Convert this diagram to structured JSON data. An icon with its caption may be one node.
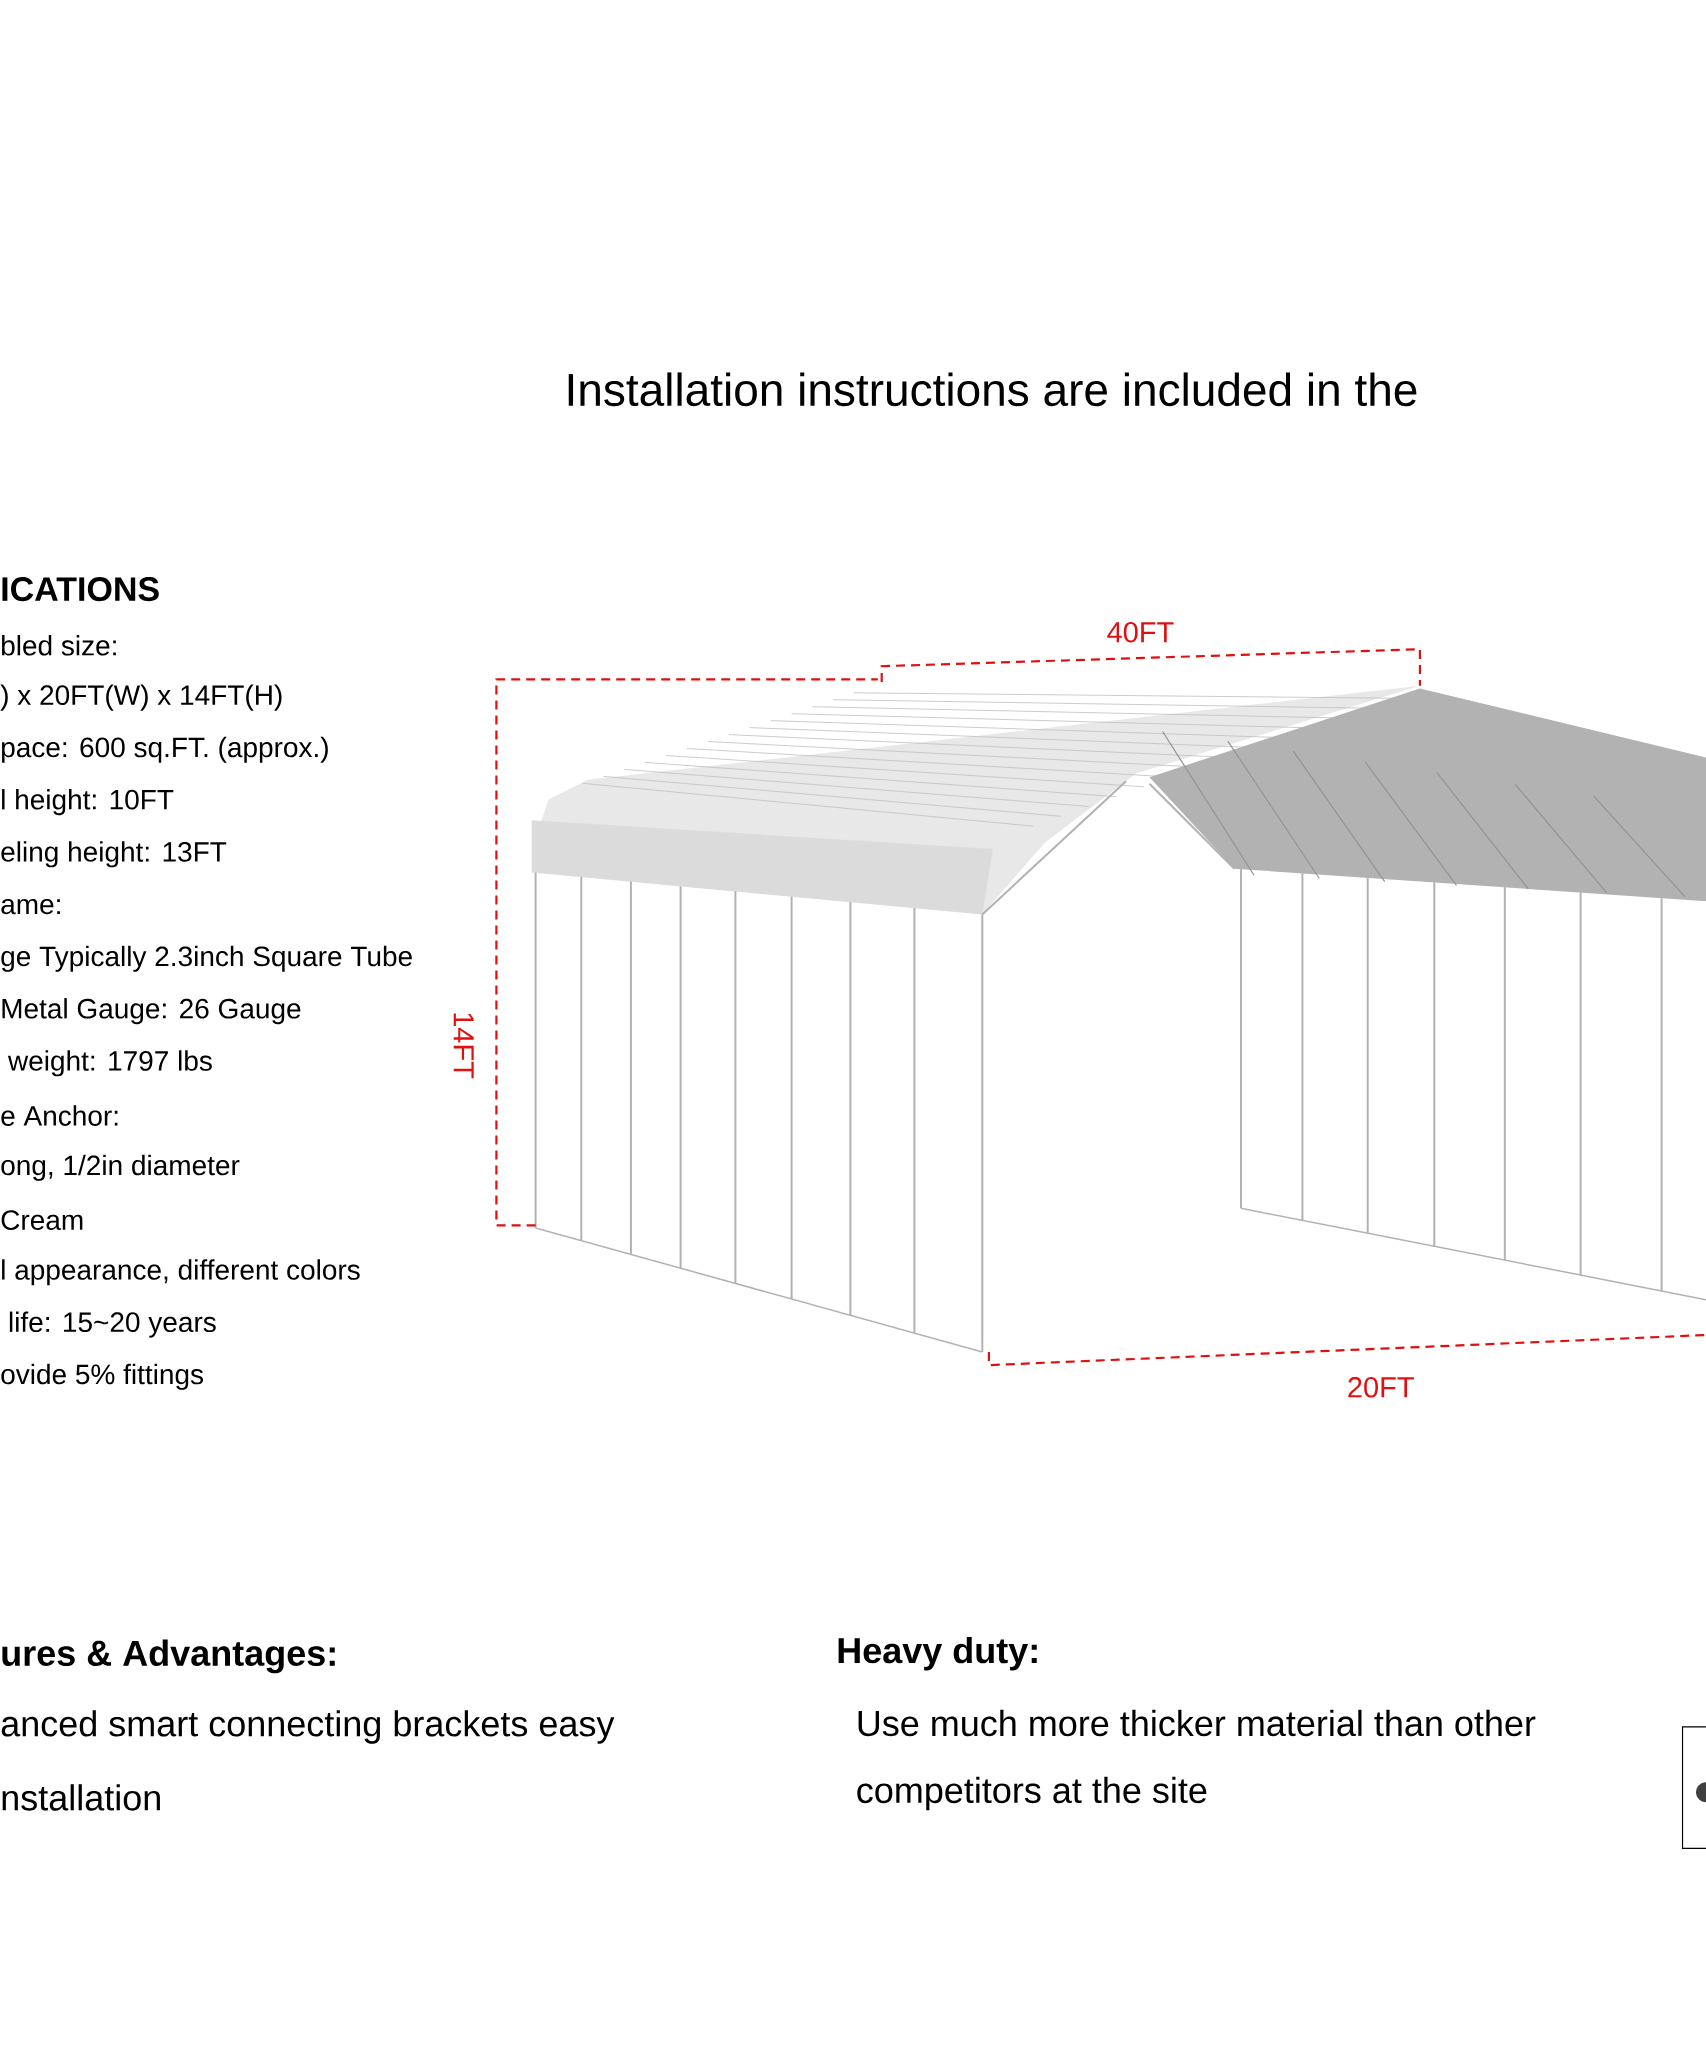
{
  "diagram": {
    "title": "Installation instructions are included in the",
    "labels": [
      "ICATIONS",
      "40FT",
      "bled size:",
      ") x 20FT(W) x 14FT(H)",
      "pace: 600 sq.FT. (approx.)",
      "l height: 10FT",
      "eling height: 13FT",
      "ame:",
      "ge Typically 2.3inch Square Tube",
      "Metal Gauge: 26 Gauge",
      " weight: 1797 lbs",
      "e Anchor:",
      "ong, 1/2in diameter",
      "Cream",
      "l appearance, different colors",
      " life: 15~20 years",
      "ovide 5% fittings",
      "14FT",
      "20FT",
      "ures & Advantages:",
      "Heavy duty:",
      "anced smart connecting brackets easy",
      "Use much more thicker material than other",
      "nstallation",
      "competitors at the site"
    ]
  }
}
